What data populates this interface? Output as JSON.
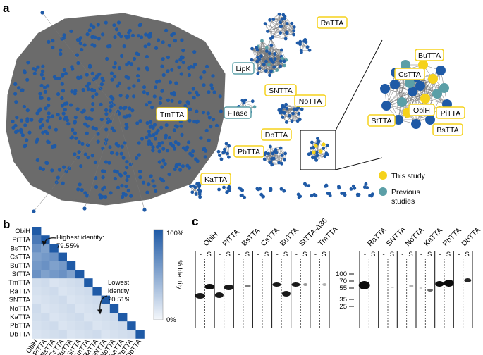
{
  "panels": {
    "a": "a",
    "b": "b",
    "c": "c"
  },
  "network": {
    "labels_yellow": [
      "TmTTA",
      "RaTTA",
      "SNTTA",
      "NoTTA",
      "DbTTA",
      "PbTTA",
      "KaTTA"
    ],
    "labels_teal": [
      "LipK",
      "FTase"
    ],
    "zoom_labels": [
      "BuTTA",
      "CsTTA",
      "ObiH",
      "PiTTA",
      "StTTA",
      "BsTTA"
    ],
    "legend": {
      "this_study": "This study",
      "previous_line1": "Previous",
      "previous_line2": "studies"
    },
    "colors": {
      "node": "#1f5aa6",
      "this_study": "#f5d21b",
      "previous": "#5b9fa7",
      "edge": "#777777"
    }
  },
  "heatmap": {
    "rows": [
      "ObiH",
      "PiTTA",
      "BsTTA",
      "CsTTA",
      "BuTTA",
      "StTTA",
      "TmTTA",
      "RaTTA",
      "SNTTA",
      "NoTTA",
      "KaTTA",
      "PbTTA",
      "DbTTA"
    ],
    "highest_line1": "Highest identity:",
    "highest_line2": "79.55%",
    "lowest_line1": "Lowest",
    "lowest_line2": "identity:",
    "lowest_line3": "20.51%",
    "colorbar_top": "100%",
    "colorbar_bottom": "0%",
    "colorbar_label": "% Identity"
  },
  "gel": {
    "lanes_left": [
      "ObiH",
      "PiTTA",
      "BsTTA",
      "CsTTA",
      "BuTTA",
      "StTTA-Δ36",
      "TmTTA"
    ],
    "lanes_right": [
      "RaTTA",
      "SNTTA",
      "NoTTA",
      "KaTTA",
      "PbTTA",
      "DbTTA"
    ],
    "sub_minus": "-",
    "sub_s": "S",
    "markers": [
      "100",
      "70",
      "55",
      "35",
      "25"
    ]
  }
}
